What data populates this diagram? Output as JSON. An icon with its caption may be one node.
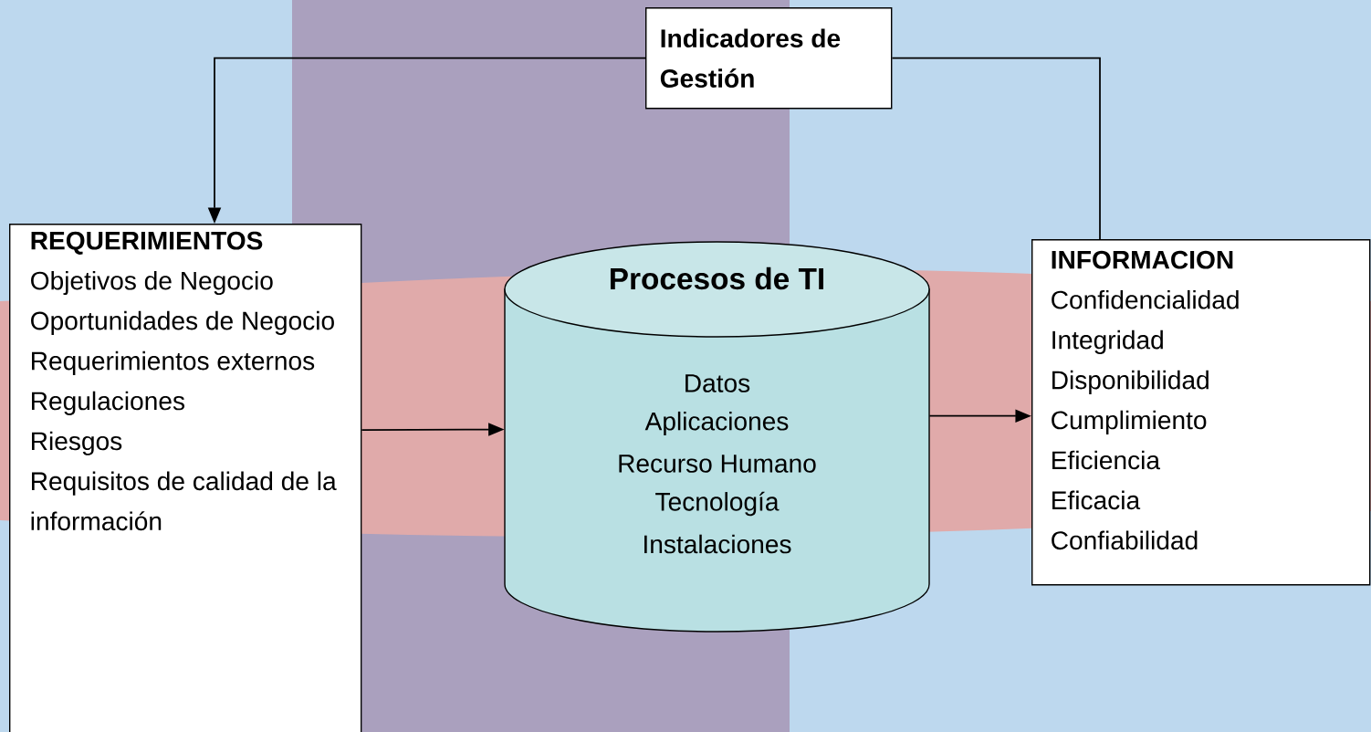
{
  "diagram": {
    "nodes": [
      {
        "text": [
          "Indicadores de Gestión"
        ]
      },
      {
        "text": [
          "REQUERIMIENTOS",
          "Objetivos de Negocio",
          "Oportunidades de Negocio",
          "Requerimientos externos",
          "Regulaciones",
          "Riesgos",
          "Requisitos de calidad de la información"
        ]
      },
      {
        "text": [
          "Procesos de TI",
          "Datos",
          "Aplicaciones",
          "Recurso Humano",
          "Tecnología",
          "Instalaciones"
        ]
      },
      {
        "text": [
          "INFORMACION",
          "Confidencialidad",
          "Integridad",
          "Disponibilidad",
          "Cumplimiento",
          "Eficiencia",
          "Eficacia",
          "Confiabilidad"
        ]
      }
    ],
    "edges": [
      {
        "from": 3,
        "to": 0,
        "arrow": "none"
      },
      {
        "from": 0,
        "to": 1,
        "arrow": "to"
      },
      {
        "from": 1,
        "to": 2,
        "arrow": "to"
      },
      {
        "from": 2,
        "to": 3,
        "arrow": "to"
      }
    ]
  }
}
